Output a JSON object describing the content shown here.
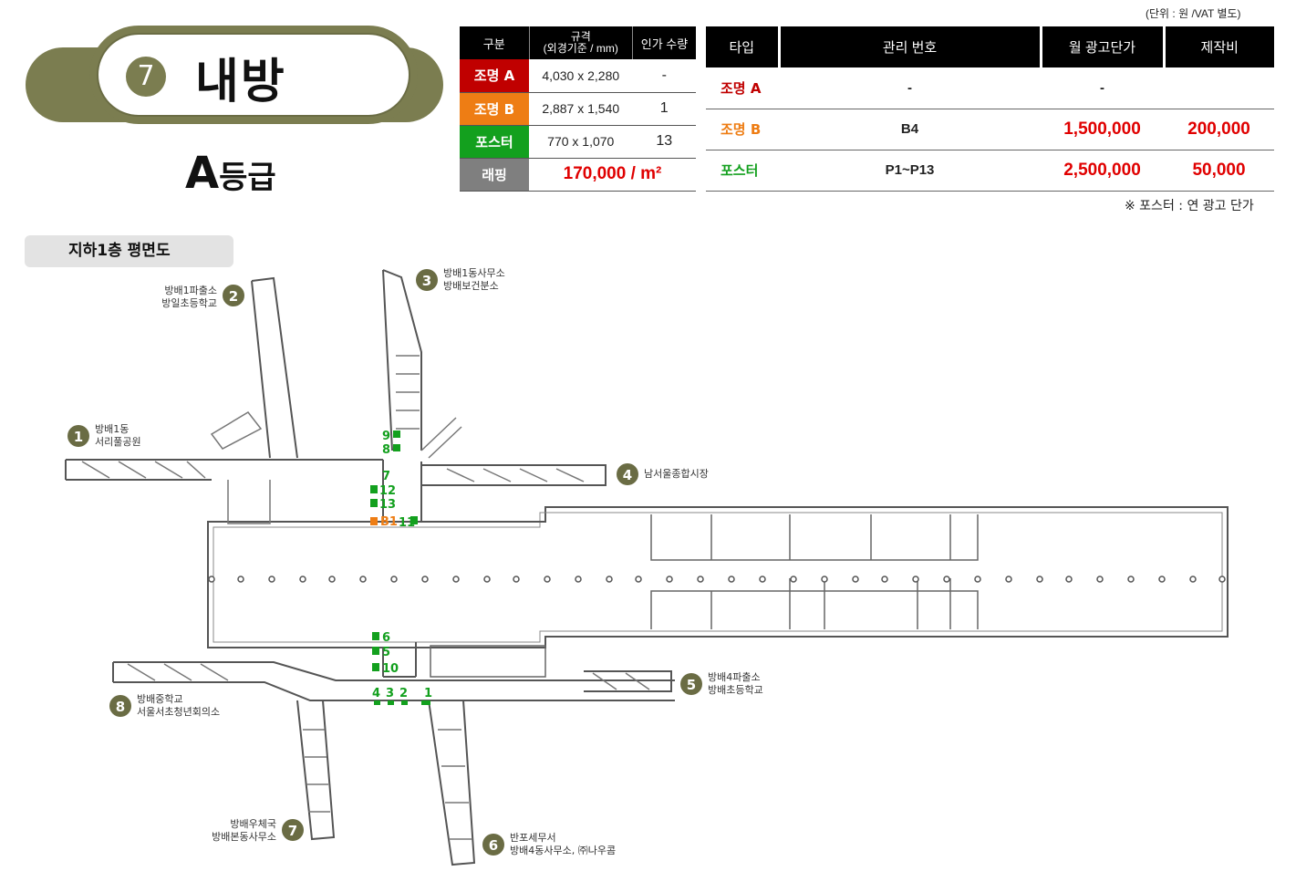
{
  "header": {
    "station_number": "7",
    "station_name": "내방",
    "grade_letter": "A",
    "grade_suffix": "등급"
  },
  "unit_note": "(단위 : 원 /VAT 별도)",
  "spec_table": {
    "headers": {
      "type": "구분",
      "size_main": "규격",
      "size_sub": "(외경기준 / mm)",
      "qty": "인가 수량"
    },
    "rows": [
      {
        "type": "조명 A",
        "size": "4,030 x 2,280",
        "qty": "-"
      },
      {
        "type": "조명 B",
        "size": "2,887 x 1,540",
        "qty": "1"
      },
      {
        "type": "포스터",
        "size": "770 x 1,070",
        "qty": "13"
      }
    ],
    "wrapping": {
      "label": "래핑",
      "price": "170,000 / m²"
    }
  },
  "price_table": {
    "headers": {
      "type": "타입",
      "code": "관리 번호",
      "monthly": "월 광고단가",
      "production": "제작비"
    },
    "rows": [
      {
        "type": "조명 A",
        "code": "-",
        "monthly": "-",
        "production": ""
      },
      {
        "type": "조명 B",
        "code": "B4",
        "monthly": "1,500,000",
        "production": "200,000"
      },
      {
        "type": "포스터",
        "code": "P1~P13",
        "monthly": "2,500,000",
        "production": "50,000"
      }
    ],
    "note": "※ 포스터 : 연 광고 단가"
  },
  "floor_plan": {
    "title": "지하1층 평면도",
    "exits": [
      {
        "num": "1",
        "line1": "방배1동",
        "line2": "서리풀공원"
      },
      {
        "num": "2",
        "line1": "방배1파출소",
        "line2": "방일초등학교"
      },
      {
        "num": "3",
        "line1": "방배1동사무소",
        "line2": "방배보건분소"
      },
      {
        "num": "4",
        "line1": "남서울종합시장",
        "line2": ""
      },
      {
        "num": "5",
        "line1": "방배4파출소",
        "line2": "방배초등학교"
      },
      {
        "num": "6",
        "line1": "반포세무서",
        "line2": "방배4동사무소, ㈜나우콤"
      },
      {
        "num": "7",
        "line1": "방배우체국",
        "line2": "방배본동사무소"
      },
      {
        "num": "8",
        "line1": "방배중학교",
        "line2": "서울서초청년회의소"
      }
    ],
    "markers": {
      "m9": "9",
      "m8": "8",
      "m7": "7",
      "m12": "12",
      "m13": "13",
      "b1": "B1",
      "m11": "11",
      "m6": "6",
      "m5": "5",
      "m10": "10",
      "m4": "4",
      "m3": "3",
      "m2": "2",
      "m1": "1"
    }
  },
  "colors": {
    "badge": "#7b7d50",
    "red": "#c00000",
    "orange": "#ee7d14",
    "green": "#13a01e",
    "gray": "#7f7f7f",
    "price_red": "#e00000"
  }
}
